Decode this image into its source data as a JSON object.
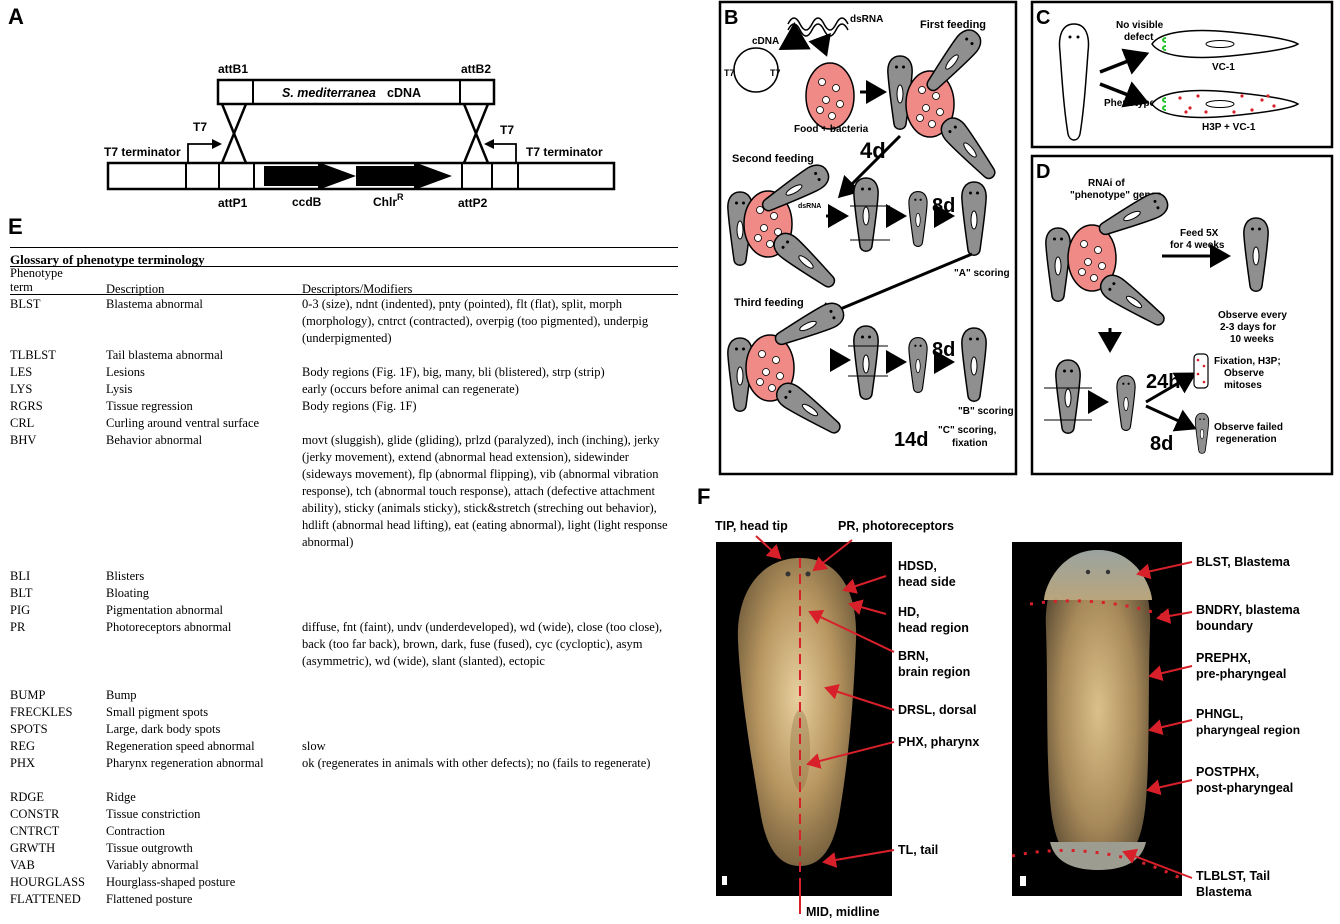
{
  "panels": {
    "a": "A",
    "b": "B",
    "c": "C",
    "d": "D",
    "e": "E",
    "f": "F"
  },
  "vector": {
    "attB1": "attB1",
    "attB2": "attB2",
    "cdna_species": "S. mediterranea",
    "cdna_word": "cDNA",
    "t7_left": "T7",
    "t7_right": "T7",
    "t7_term_left": "T7 terminator",
    "t7_term_right": "T7 terminator",
    "attP1": "attP1",
    "ccdB": "ccdB",
    "chlr": "Chlr",
    "chlr_sup": "R",
    "attP2": "attP2"
  },
  "rnai": {
    "dsrna": "dsRNA",
    "cdna": "cDNA",
    "t7a": "T7",
    "t7b": "T7",
    "food": "Food + bacteria",
    "first": "First feeding",
    "d4": "4d",
    "second": "Second feeding",
    "dsrna_small": "dsRNA",
    "d8a": "8d",
    "a_scoring": "\"A\" scoring",
    "third": "Third feeding",
    "d8b": "8d",
    "b_scoring": "\"B\" scoring",
    "d14": "14d",
    "c_scoring1": "\"C\" scoring,",
    "c_scoring2": "fixation"
  },
  "panel_c": {
    "no_visible1": "No visible",
    "no_visible2": "defect",
    "vc1": "VC-1",
    "phenotype": "Phenotype",
    "h3p": "H3P + VC-1"
  },
  "panel_d": {
    "rnai1": "RNAi of",
    "rnai2": "\"phenotype\" genes",
    "feed1": "Feed 5X",
    "feed2": "for 4 weeks",
    "obs1": "Observe every",
    "obs2": "2-3 days for",
    "obs3": "10 weeks",
    "h24": "24h",
    "fix1": "Fixation, H3P;",
    "fix2": "Observe",
    "fix3": "mitoses",
    "d8": "8d",
    "failed1": "Observe failed",
    "failed2": "regeneration"
  },
  "glossary": {
    "title": "Glossary of phenotype terminology",
    "header": {
      "term": "Phenotype term",
      "description": "Description",
      "descriptors": "Descriptors/Modifiers"
    },
    "rows": [
      {
        "term": "BLST",
        "desc": "Blastema abnormal",
        "mod": "0-3 (size), ndnt (indented), pnty (pointed), flt (flat), split, morph (morphology), cntrct (contracted), overpig (too pigmented), underpig (underpigmented)"
      },
      {
        "term": "TLBLST",
        "desc": "Tail blastema abnormal",
        "mod": ""
      },
      {
        "term": "LES",
        "desc": "Lesions",
        "mod": "Body regions (Fig. 1F), big, many, bli (blistered), strp (strip)"
      },
      {
        "term": "LYS",
        "desc": "Lysis",
        "mod": "early (occurs before animal can regenerate)"
      },
      {
        "term": "RGRS",
        "desc": "Tissue regression",
        "mod": "Body regions (Fig. 1F)"
      },
      {
        "term": "CRL",
        "desc": "Curling around ventral surface",
        "mod": ""
      },
      {
        "term": "BHV",
        "desc": "Behavior abnormal",
        "mod": "movt (sluggish), glide (gliding), prlzd (paralyzed), inch (inching), jerky (jerky movement), extend (abnormal head extension), sidewinder (sideways movement), flp (abnormal flipping), vib (abnormal vibration response), tch (abnormal touch response), attach (defective attachment ability), sticky (animals sticky), stick&stretch (streching out behavior), hdlift (abnormal head lifting), eat (eating abnormal), light (light response abnormal)"
      },
      {
        "term": "BLI",
        "desc": "Blisters",
        "mod": ""
      },
      {
        "term": "BLT",
        "desc": "Bloating",
        "mod": ""
      },
      {
        "term": "PIG",
        "desc": "Pigmentation abnormal",
        "mod": ""
      },
      {
        "term": "PR",
        "desc": "Photoreceptors abnormal",
        "mod": "diffuse, fnt (faint), undv (underdeveloped), wd (wide), close (too close), back (too far back), brown, dark, fuse (fused), cyc (cycloptic), asym (asymmetric), wd (wide), slant (slanted), ectopic"
      },
      {
        "term": "BUMP",
        "desc": "Bump",
        "mod": ""
      },
      {
        "term": "FRECKLES",
        "desc": "Small pigment spots",
        "mod": ""
      },
      {
        "term": "SPOTS",
        "desc": "Large, dark body spots",
        "mod": ""
      },
      {
        "term": "REG",
        "desc": "Regeneration speed abnormal",
        "mod": "slow"
      },
      {
        "term": "PHX",
        "desc": "Pharynx regeneration abnormal",
        "mod": "ok (regenerates in animals with other defects); no (fails to regenerate)"
      },
      {
        "term": "RDGE",
        "desc": "Ridge",
        "mod": ""
      },
      {
        "term": "CONSTR",
        "desc": "Tissue constriction",
        "mod": ""
      },
      {
        "term": "CNTRCT",
        "desc": "Contraction",
        "mod": ""
      },
      {
        "term": "GRWTH",
        "desc": "Tissue outgrowth",
        "mod": ""
      },
      {
        "term": "VAB",
        "desc": "Variably abnormal",
        "mod": ""
      },
      {
        "term": "HOURGLASS",
        "desc": "Hourglass-shaped posture",
        "mod": ""
      },
      {
        "term": "FLATTENED",
        "desc": "Flattened posture",
        "mod": ""
      }
    ]
  },
  "panel_f": {
    "left": {
      "tip": "TIP, head tip",
      "pr": "PR, photoreceptors",
      "hdsd1": "HDSD,",
      "hdsd2": "head side",
      "hd1": "HD,",
      "hd2": "head region",
      "brn1": "BRN,",
      "brn2": "brain region",
      "drsl": "DRSL, dorsal",
      "phx": "PHX, pharynx",
      "tl": "TL, tail",
      "mid": "MID, midline"
    },
    "right": {
      "blst": "BLST, Blastema",
      "bndry1": "BNDRY, blastema",
      "bndry2": "boundary",
      "prephx1": "PREPHX,",
      "prephx2": "pre-pharyngeal",
      "phngl1": "PHNGL,",
      "phngl2": "pharyngeal region",
      "postphx1": "POSTPHX,",
      "postphx2": "post-pharyngeal",
      "tlblst1": "TLBLST, Tail",
      "tlblst2": "Blastema"
    }
  },
  "colors": {
    "annotation_red": "#d8202a",
    "food_pink": "#ef8a86",
    "worm_gray": "#8f8f8f",
    "gfp_green": "#22c22a"
  }
}
